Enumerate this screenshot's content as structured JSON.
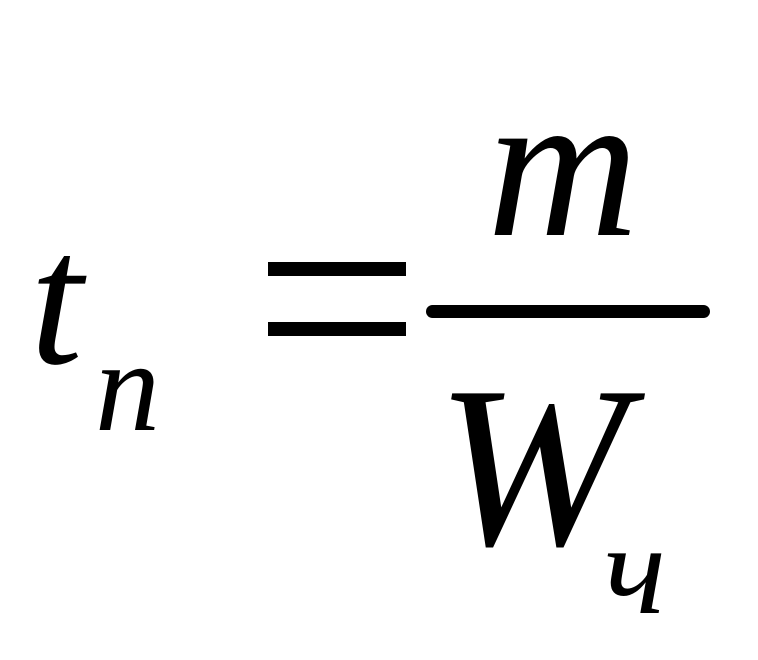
{
  "formula": {
    "lhs": {
      "variable": "t",
      "subscript": "n"
    },
    "operator": "=",
    "rhs": {
      "numerator": "m",
      "denominator": {
        "variable": "W",
        "subscript": "ч"
      }
    }
  }
}
